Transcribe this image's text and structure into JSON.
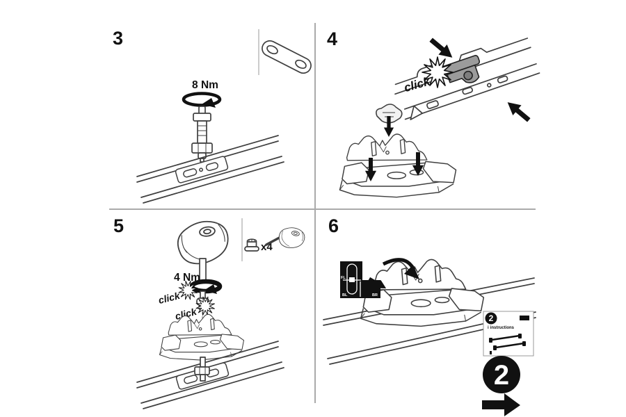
{
  "colors": {
    "background": "#ffffff",
    "ink": "#111111",
    "line_art": "#3f3f3f",
    "divider": "#aaaaaa",
    "clip_gray": "#9b9b9b"
  },
  "panels": {
    "step3": {
      "number": "3",
      "torque_label": "8 Nm"
    },
    "step4": {
      "number": "4",
      "click_label": "click"
    },
    "step5": {
      "number": "5",
      "torque_label": "4 Nm",
      "click_label_a": "click",
      "click_label_b": "click",
      "quantity_label": "x4"
    },
    "step6": {
      "number": "6",
      "position_labels": {
        "front_left": "FL",
        "bottom_left": "BL",
        "bottom_right": "BR"
      },
      "card": {
        "badge": "2",
        "info_prefix": "i",
        "title": "instructions"
      },
      "sheet_badge": "2"
    }
  }
}
